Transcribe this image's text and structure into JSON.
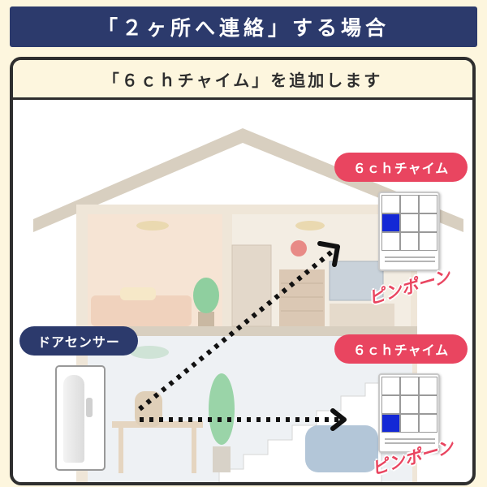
{
  "title": "「２ヶ所へ連絡」する場合",
  "subtitle": "「６ｃｈチャイム」を追加します",
  "labels": {
    "chime_upper": "６ｃｈチャイム",
    "chime_lower": "６ｃｈチャイム",
    "sensor": "ドアセンサー"
  },
  "sound_effect": "ピンポーン",
  "colors": {
    "title_bg": "#2c3a6c",
    "pill_red": "#e94560",
    "chime_active": "#1428d6"
  }
}
